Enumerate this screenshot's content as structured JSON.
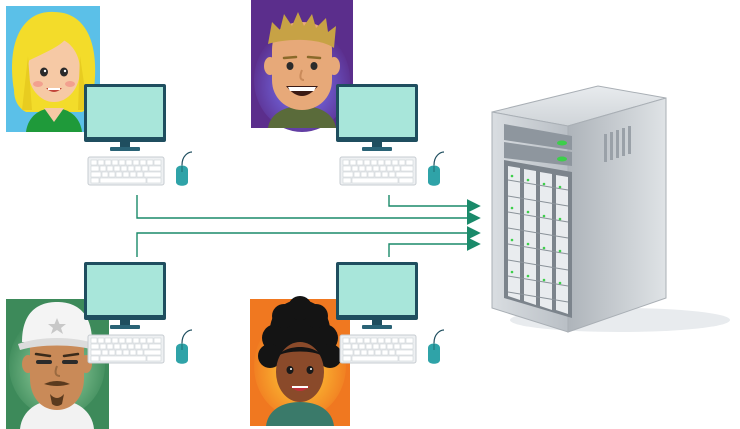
{
  "diagram": {
    "users": [
      {
        "id": "user-blonde-girl",
        "avatar": "blonde-girl-avatar",
        "bg": "#5bc0e8"
      },
      {
        "id": "user-blond-boy",
        "avatar": "blond-boy-avatar",
        "bg": "#5b2e8c"
      },
      {
        "id": "user-cap-man",
        "avatar": "white-cap-man-avatar",
        "bg": "#3d8a5a"
      },
      {
        "id": "user-curly-woman",
        "avatar": "curly-hair-woman-avatar",
        "bg": "#f07820"
      }
    ],
    "workstations": 4,
    "server": {
      "icon": "server-tower-icon"
    },
    "colors": {
      "connector": "#1a8a6a",
      "monitor_frame": "#1f4e5f",
      "monitor_screen": "#a8e6da",
      "keyboard": "#eef0f2",
      "mouse": "#2fa3a8",
      "server_body": "#c9ced3",
      "server_led": "#3ccf4a"
    }
  }
}
